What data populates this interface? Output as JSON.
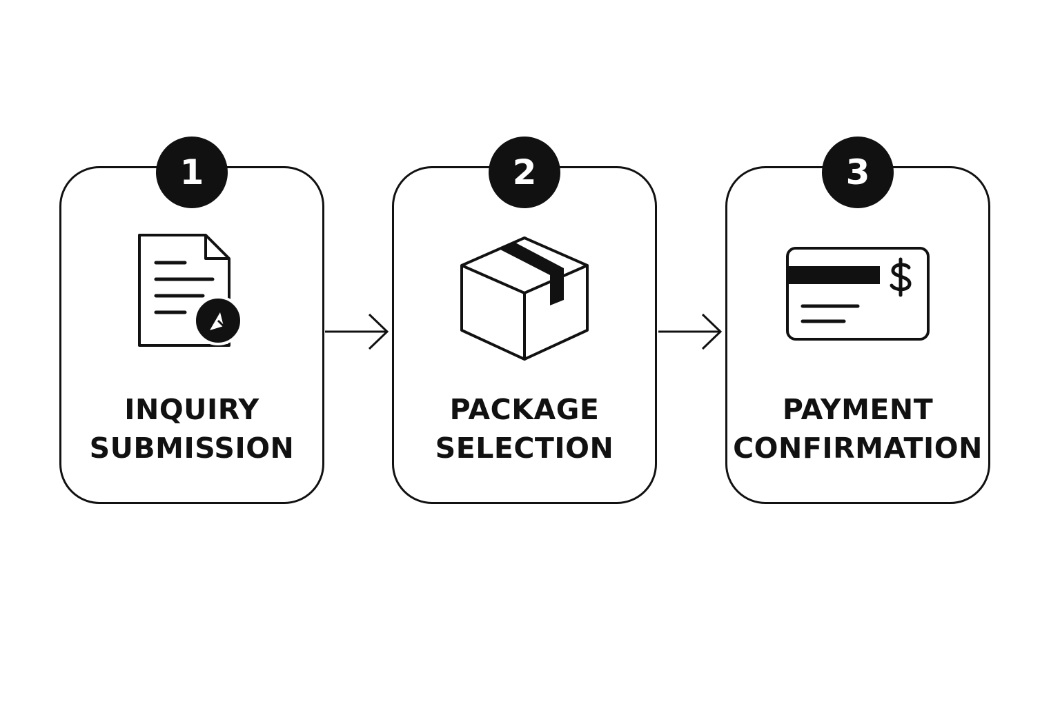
{
  "colors": {
    "ink": "#111111",
    "background": "#ffffff"
  },
  "steps": [
    {
      "number": "1",
      "label_line1": "INQUIRY",
      "label_line2": "SUBMISSION",
      "icon": "document-send-icon"
    },
    {
      "number": "2",
      "label_line1": "PACKAGE",
      "label_line2": "SELECTION",
      "icon": "package-box-icon"
    },
    {
      "number": "3",
      "label_line1": "PAYMENT",
      "label_line2": "CONFIRMATION",
      "icon": "payment-card-icon"
    }
  ],
  "connectors": [
    {
      "from": "1",
      "to": "2",
      "icon": "arrow-right-icon"
    },
    {
      "from": "2",
      "to": "3",
      "icon": "arrow-right-icon"
    }
  ]
}
